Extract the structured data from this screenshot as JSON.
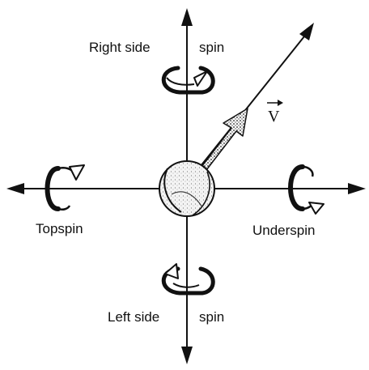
{
  "labels": {
    "right_side": "Right side",
    "spin_top": "spin",
    "left_side": "Left side",
    "spin_bottom": "spin",
    "topspin": "Topspin",
    "underspin": "Underspin",
    "velocity": "V"
  },
  "colors": {
    "ink": "#111111",
    "ball_fill": "#f2f2f2",
    "shade": "#555555"
  }
}
